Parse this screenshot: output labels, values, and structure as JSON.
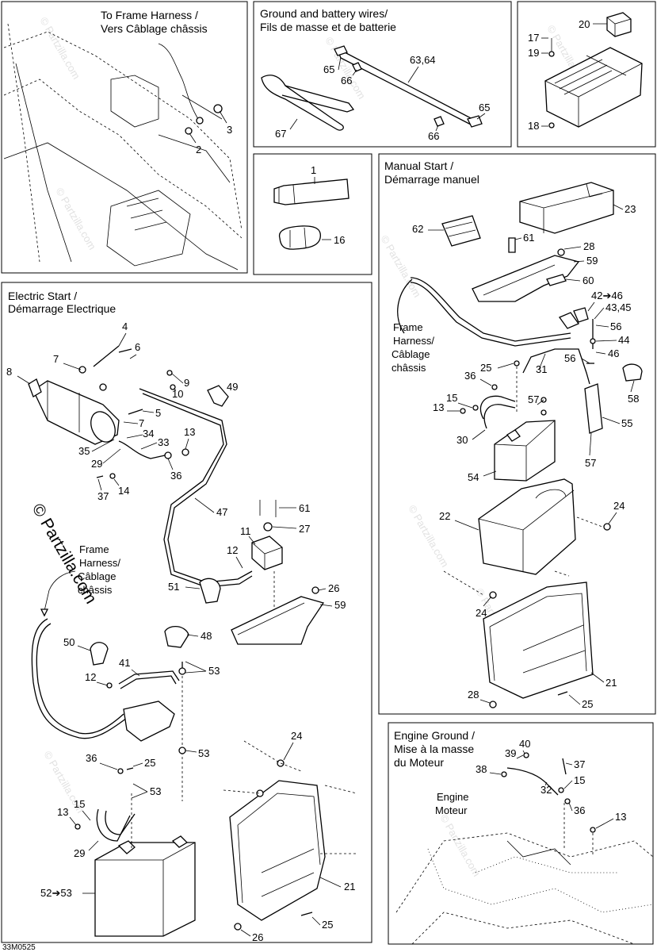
{
  "diagram_code": "33M0525",
  "watermark": "© Partzilla.com",
  "panels": {
    "frame": {
      "title_l1": "To Frame Harness /",
      "title_l2": "Vers Câblage châssis"
    },
    "ground_battery": {
      "title_l1": "Ground and battery wires/",
      "title_l2": "Fils de masse et de batterie"
    },
    "electric_start": {
      "title_l1": "Electric Start /",
      "title_l2": "Démarrage Electrique"
    },
    "manual_start": {
      "title_l1": "Manual Start /",
      "title_l2": "Démarrage manuel"
    },
    "engine_ground": {
      "title_l1": "Engine Ground /",
      "title_l2": "Mise à la masse",
      "title_l3": "du Moteur"
    }
  },
  "inline_labels": {
    "es_frame_harness": [
      "Frame",
      "Harness/",
      "Câblage",
      "châssis"
    ],
    "ms_frame_harness": [
      "Frame",
      "Harness/",
      "Câblage",
      "châssis"
    ],
    "engine": [
      "Engine",
      "Moteur"
    ]
  },
  "callouts": {
    "frame": [
      "3",
      "2"
    ],
    "ground_battery": [
      "65",
      "66",
      "63,64",
      "65",
      "67",
      "66"
    ],
    "relay": [
      "20",
      "17",
      "19",
      "18"
    ],
    "middle": [
      "1",
      "16"
    ],
    "electric_start": [
      "4",
      "6",
      "7",
      "8",
      "9",
      "10",
      "49",
      "5",
      "7",
      "13",
      "34",
      "35",
      "33",
      "29",
      "36",
      "37",
      "14",
      "47",
      "61",
      "11",
      "27",
      "12",
      "51",
      "26",
      "59",
      "50",
      "48",
      "41",
      "53",
      "12",
      "53",
      "36",
      "25",
      "53",
      "13",
      "15",
      "29",
      "52➔53",
      "24",
      "21",
      "25",
      "26"
    ],
    "manual_start": [
      "23",
      "62",
      "61",
      "28",
      "59",
      "60",
      "42➔46",
      "43,45",
      "56",
      "44",
      "46",
      "56",
      "25",
      "31",
      "36",
      "58",
      "15",
      "57",
      "13",
      "55",
      "30",
      "54",
      "57",
      "22",
      "24",
      "24",
      "21",
      "28",
      "25"
    ],
    "engine_ground": [
      "40",
      "39",
      "37",
      "38",
      "15",
      "32",
      "36",
      "13"
    ]
  }
}
